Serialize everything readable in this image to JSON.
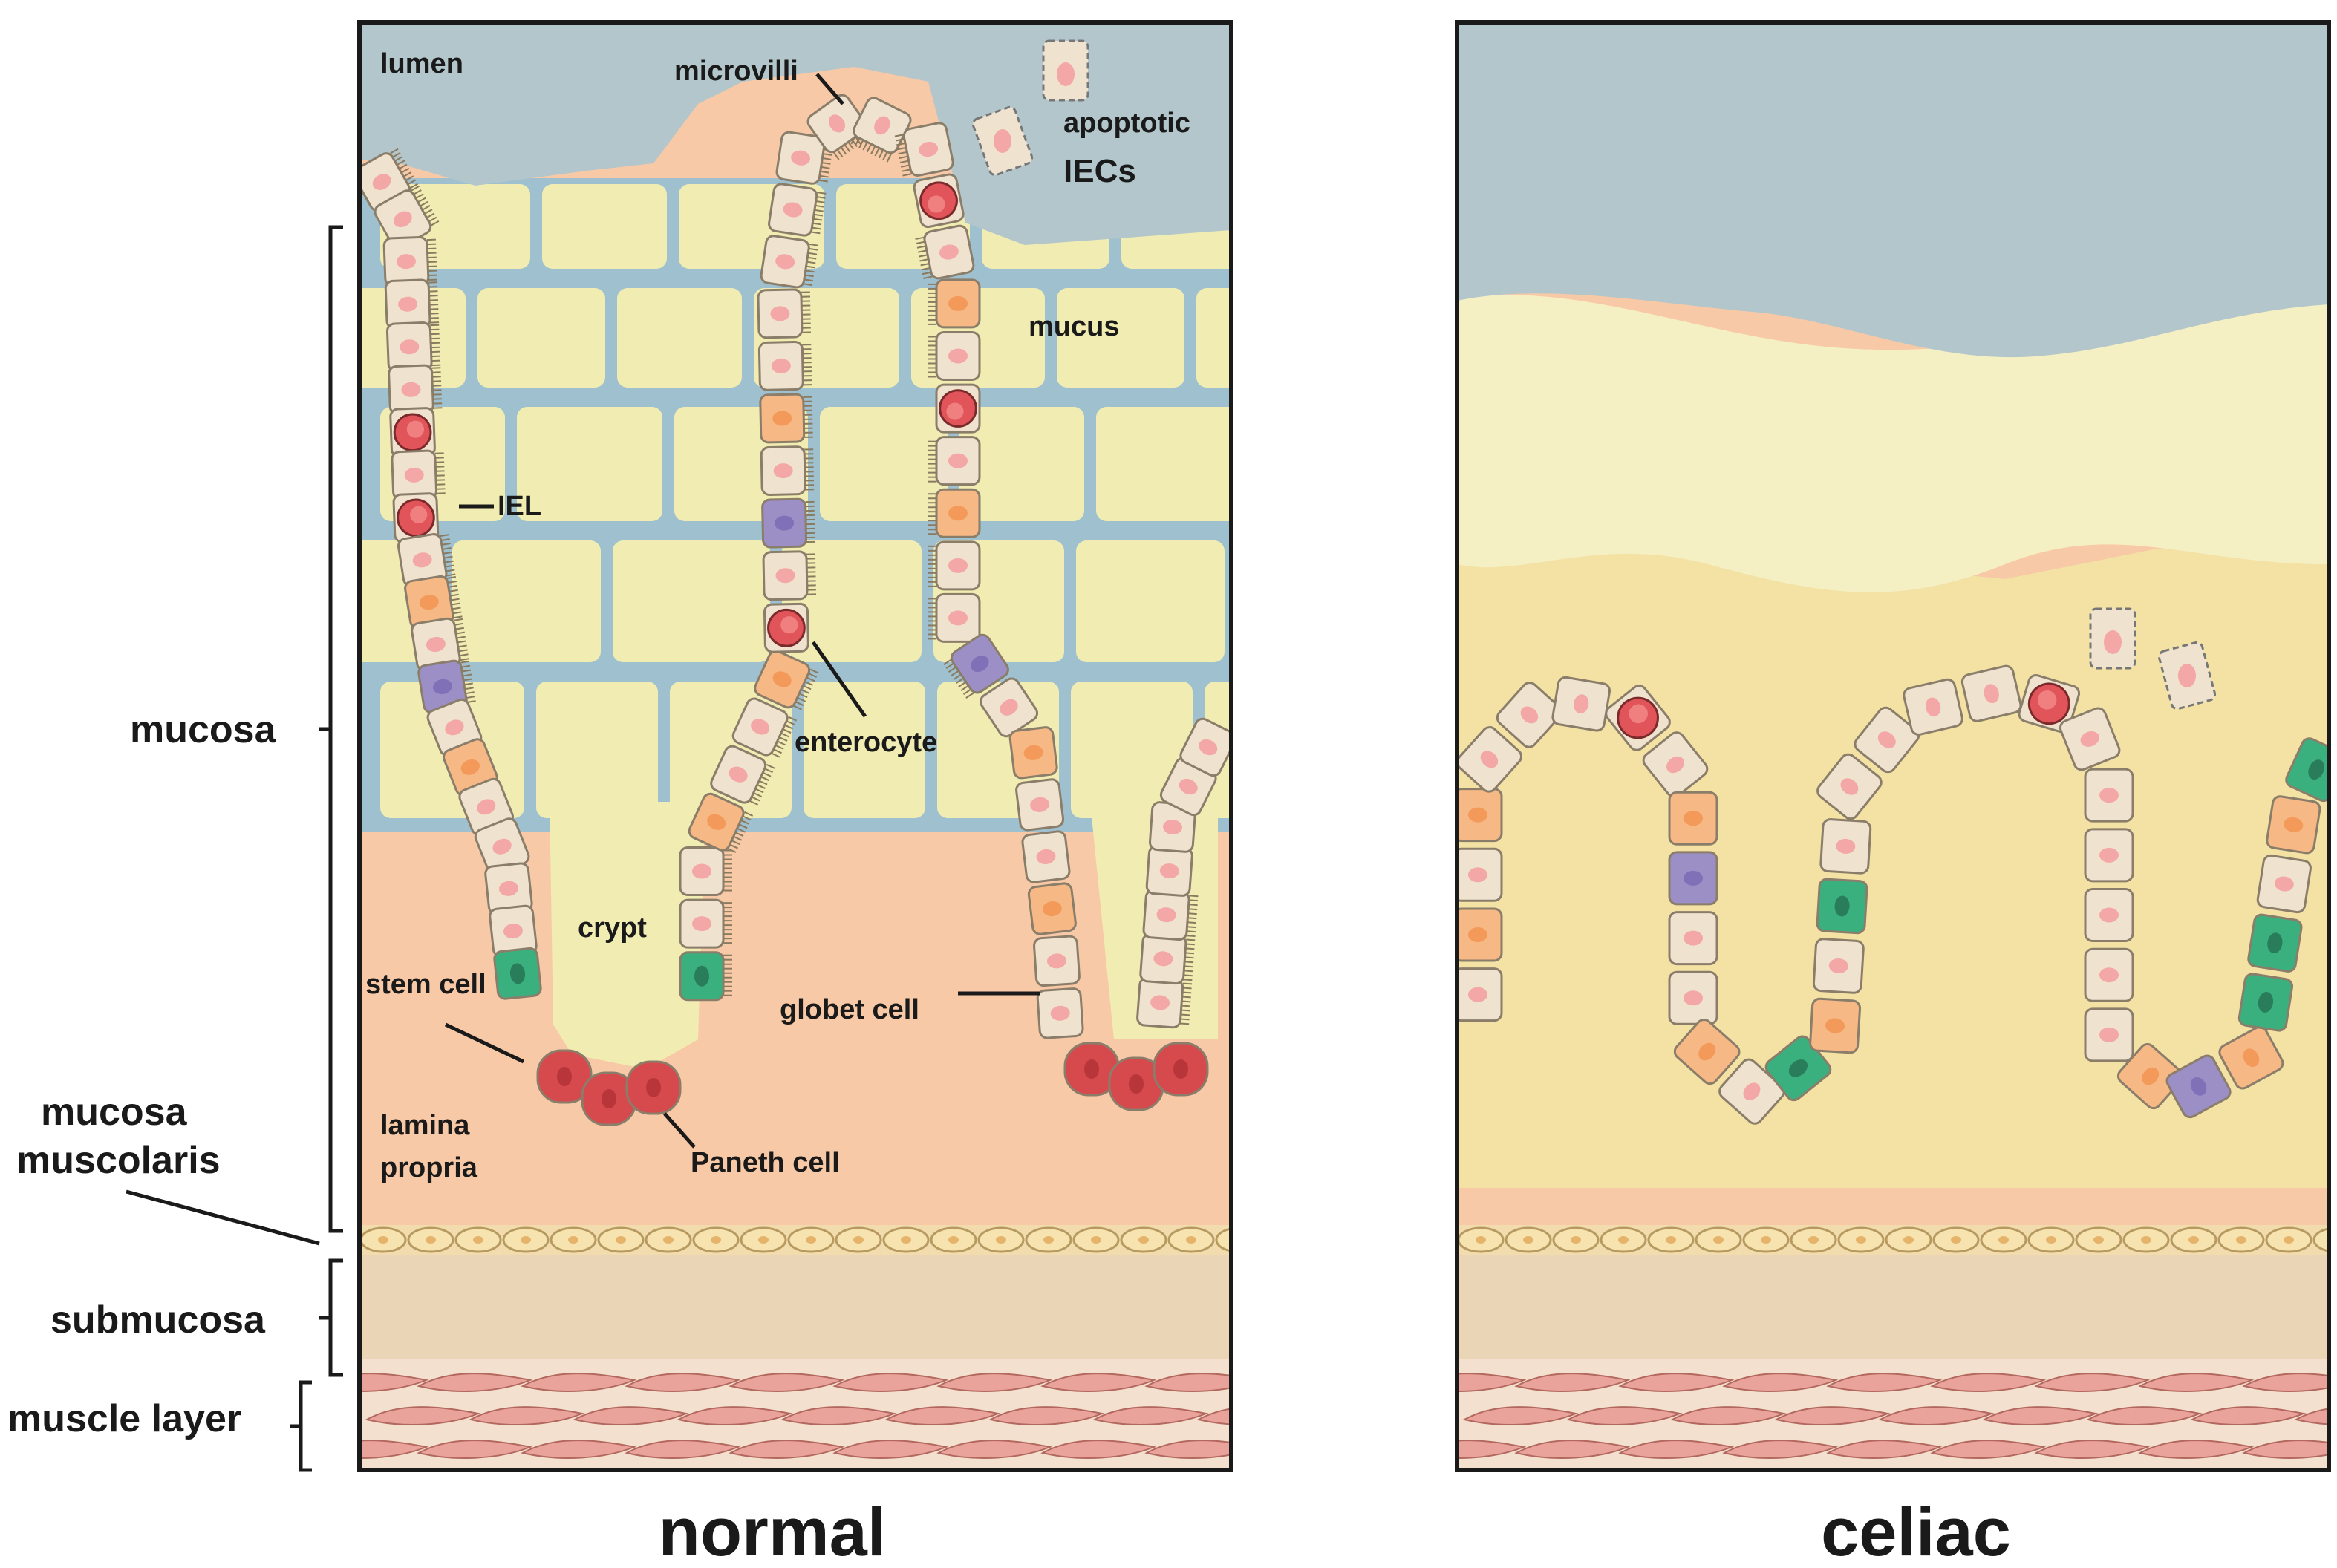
{
  "panels": {
    "normal": {
      "caption": "normal"
    },
    "celiac": {
      "caption": "celiac"
    }
  },
  "labels": {
    "lumen": "lumen",
    "microvilli": "microvilli",
    "apoptotic_line1": "apoptotic",
    "apoptotic_line2": "IECs",
    "mucus": "mucus",
    "iel": "IEL",
    "enterocyte": "enterocyte",
    "crypt": "crypt",
    "stem_cell": "stem cell",
    "globet_cell": "globet cell",
    "lamina_line1": "lamina",
    "lamina_line2": "propria",
    "paneth_cell": "Paneth cell"
  },
  "side_labels": {
    "mucosa": "mucosa",
    "mucosa_muscolaris_line1": "mucosa",
    "mucosa_muscolaris_line2": "muscolaris",
    "submucosa": "submucosa",
    "muscle_layer": "muscle layer"
  },
  "colors": {
    "lumen": "#b3c6cb",
    "mucus": "#f1ecb2",
    "lamina_propria": "#f8c9a6",
    "submucosa": "#ead6b6",
    "enterocyte": "#efe3cf",
    "iel": "#e0545a",
    "goblet": "#9b8fc6",
    "stem": "#3bb07f",
    "paneth": "#d64a4d",
    "progenitor": "#f6b884",
    "muscle": "#eaa39a",
    "outline": "#1a1a1a"
  }
}
